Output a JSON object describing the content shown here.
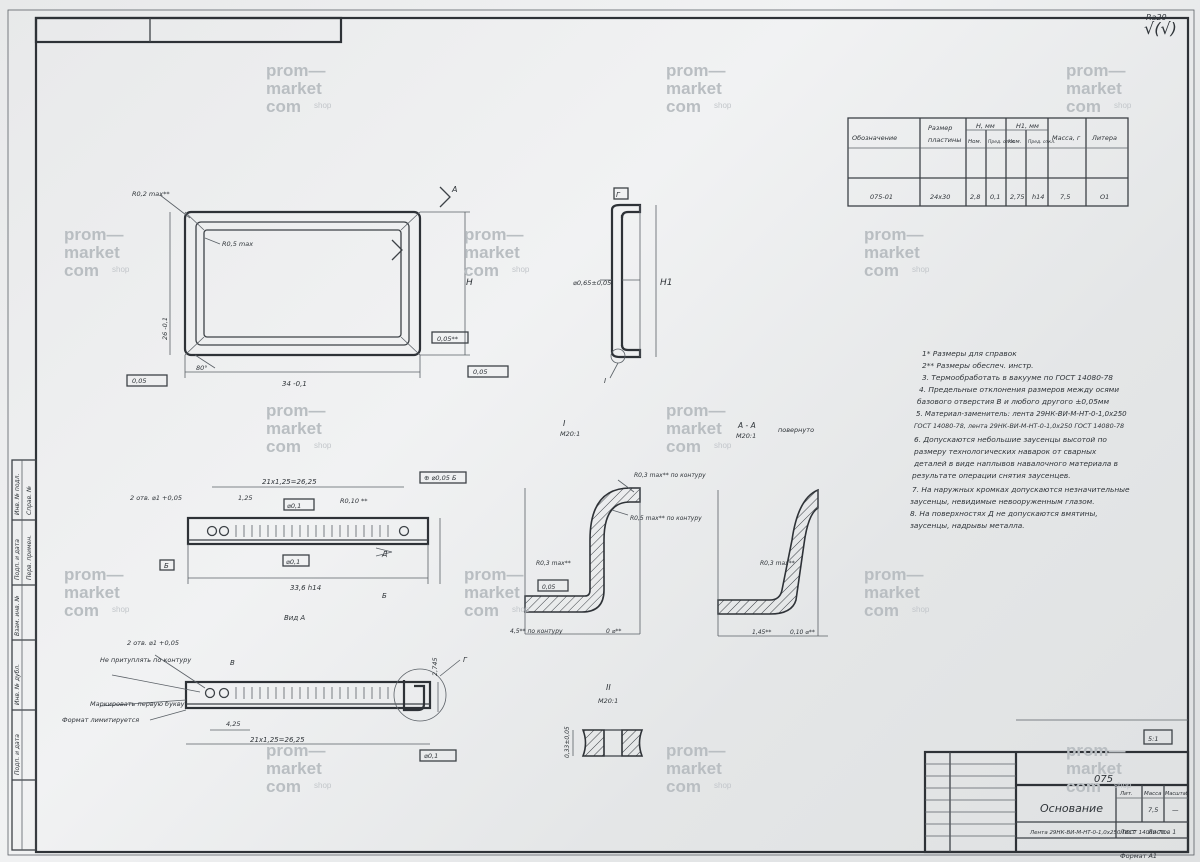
{
  "header": {
    "corner_mark": "Ra20",
    "roughness_symbol": "√(√)"
  },
  "table": {
    "h_designation": "Обозначение",
    "h_size": "Размер",
    "h_plate": "пластины",
    "h_H": "H, мм",
    "h_H1": "H1, мм",
    "h_nom": "Ном.",
    "h_dev": "Пред. откл.",
    "h_nom2": "Ном.",
    "h_dev2": "Пред. откл.",
    "h_mass": "Масса, г",
    "h_letter": "Литера",
    "r_designation": "075-01",
    "r_size": "24x30",
    "r_H": "2,8",
    "r_dev": "0,1",
    "r_H1": "2,75",
    "r_dev2": "h14",
    "r_mass": "7,5",
    "r_letter": "О1"
  },
  "notes": [
    "1* Размеры для справок",
    "2** Размеры обеспеч. инстр.",
    "3. Термообработать в вакууме по ГОСТ 14080-78",
    "4. Предельные отклонения размеров между осями",
    "базового отверстия В и любого другого ±0,05мм",
    "5. Материал-заменитель: лента 29НК-ВИ-М-НТ-0-1,0х250",
    "ГОСТ 14080-78, лента 29НК-ВИ-М-НТ-0-1,0х250 ГОСТ 14080-78",
    "6. Допускаются небольшие заусенцы высотой по",
    "размеру технологических наварок от сварных",
    "деталей в виде наплывов навалочного материала в",
    "результате операции снятия заусенцев.",
    "7. На наружных кромках допускаются незначительные",
    "заусенцы, невидимые невооруженным глазом.",
    "8. На поверхностях Д не допускаются вмятины,",
    "заусенцы, надрывы металла."
  ],
  "views": {
    "section_aa": "А - А",
    "section_aa_scale": "М20:1",
    "rotated": "повернуто",
    "detail_I": "I",
    "detail_I_scale": "М20:1",
    "detail_II": "II",
    "detail_II_scale": "М20:1",
    "view_a": "Вид А",
    "view_b": "Б"
  },
  "dims": {
    "r02": "R0,2 max**",
    "r05": "R0,5 max",
    "h": "H",
    "dim34": "34 -0,1",
    "dim26": "26 -0,1",
    "flat": "0,05**",
    "angle": "80°",
    "perp": "0,05",
    "len1": "21x1,25=26,25",
    "hole1": "2 отв. ⌀1 +0,05",
    "dim125": "1,25",
    "r10": "R0,10 **",
    "len2": "33,6 h14",
    "ref_d": "Д",
    "ref_b": "Б",
    "ref_g": "Г",
    "ref_v": "В",
    "ref_a": "А",
    "dim05": "⌀0,1",
    "hole2": "2 отв. ⌀1 +0,05",
    "no_burr": "Не притуплять по контуру",
    "marking": "Маркировать первую букву",
    "mark_pos": "Формат лимитируется",
    "len3": "21x1,25=26,25",
    "dim425": "4,25",
    "dim2745": "2,745",
    "h1": "H1",
    "dim065": "⌀0,65±0,05",
    "r03": "R0,3 max** по контуру",
    "r05b": "R0,5 max** по контуру",
    "r03b": "R0,3 max**",
    "r03c": "R0,3 max**",
    "dim45": "4,5** по контуру",
    "dim_b": "0 ⌀**",
    "dim145": "1,45**",
    "dim_c": "0,10 ⌀**",
    "dim_t": "0,05",
    "dim_ii": "0,33±0,05",
    "cross": "⊕ ⌀0,05 Б"
  },
  "title_block": {
    "number": "075",
    "name": "Основание",
    "material": "Лента 29НК-ВИ-М-НТ-0-1,0х250 ГОСТ 14080-78",
    "format": "Формат А1",
    "sheet": "Лист",
    "sheets": "Листов 1",
    "lit": "Лит.",
    "mass_lbl": "Масса",
    "scale_lbl": "Масштаб",
    "mass_val": "7,5",
    "scale_val": "—",
    "scale_big": "5:1"
  },
  "left_strip": [
    "Инв. № подл.",
    "Подп. и дата",
    "Взам. инв. №",
    "Инв. № дубл.",
    "Подп. и дата",
    "Справ. №",
    "Перв. примен."
  ],
  "watermark": {
    "l1": "prom—",
    "l2": "market",
    "l3": "com",
    "shop": "shop"
  }
}
